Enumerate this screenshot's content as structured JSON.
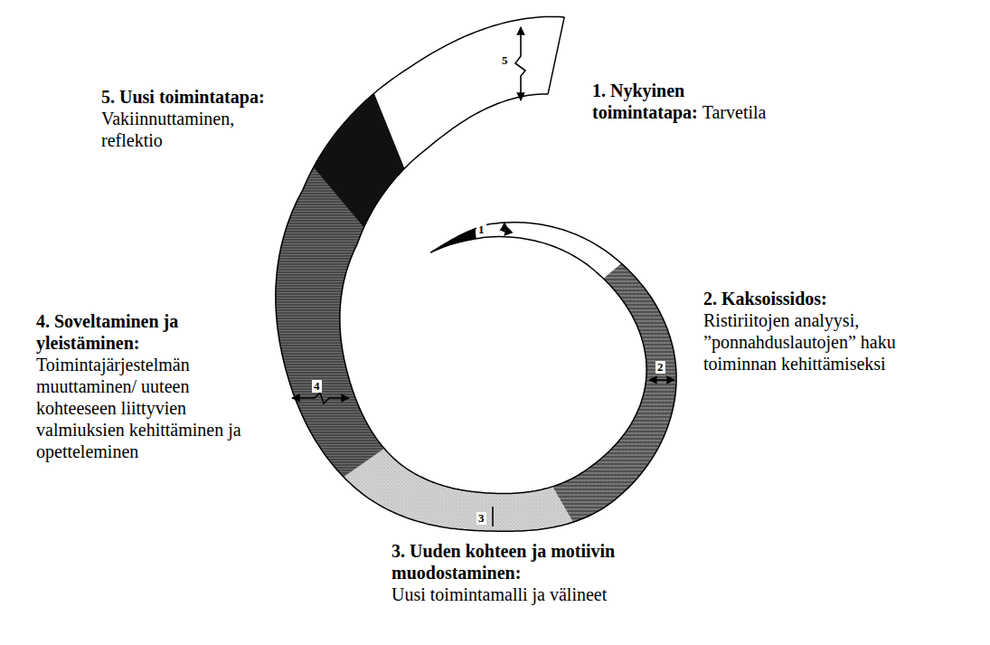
{
  "diagram": {
    "nodes": [
      {
        "text": [
          "1. Nykyinen toimintatapa:",
          "Tarvetila"
        ]
      },
      {
        "text": [
          "2. Kaksoissidos:",
          "Ristiriitojen analyysi, ”ponnahduslautojen” haku toiminnan kehittämiseksi"
        ]
      },
      {
        "text": [
          "3. Uuden kohteen ja motiivin muodostaminen:",
          "Uusi toimintamalli ja välineet"
        ]
      },
      {
        "text": [
          "4. Soveltaminen ja yleistäminen:",
          "Toimintajärjestelmän muuttaminen/ uuteen kohteeseen liittyvien valmiuksien kehittäminen ja opetteleminen"
        ]
      },
      {
        "text": [
          "5. Uusi toimintatapa:",
          "Vakiinnuttaminen, reflektio"
        ]
      }
    ],
    "labels": [
      "1",
      "2",
      "3",
      "4",
      "5"
    ]
  }
}
